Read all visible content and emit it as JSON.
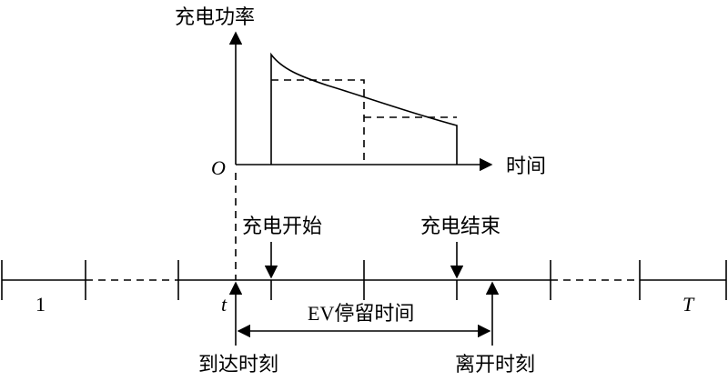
{
  "chart": {
    "y_axis_label": "充电功率",
    "x_axis_label": "时间",
    "origin_label": "O"
  },
  "timeline": {
    "first_slot_label": "1",
    "last_slot_label": "T",
    "arrival_var": "t",
    "charge_start": "充电开始",
    "charge_end": "充电结束",
    "arrival_time": "到达时刻",
    "departure_time": "离开时刻",
    "stay_time": "EV停留时间"
  }
}
